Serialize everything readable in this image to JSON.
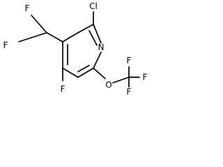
{
  "molecule": {
    "atoms": {
      "cl": "Cl",
      "n": "N",
      "o": "O",
      "f_chf2_top": "F",
      "f_chf2_left": "F",
      "f_ring": "F",
      "f_cf3_top": "F",
      "f_cf3_right": "F",
      "f_cf3_bottom": "F"
    }
  }
}
